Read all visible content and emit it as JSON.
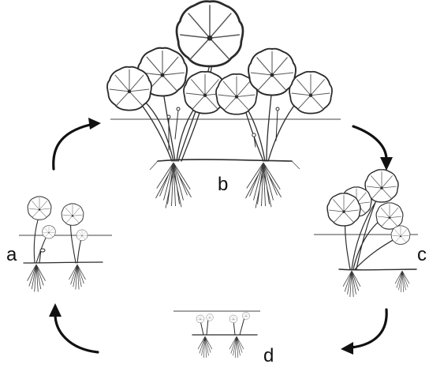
{
  "diagram": {
    "stages": [
      {
        "id": "a",
        "label": "a"
      },
      {
        "id": "b",
        "label": "b"
      },
      {
        "id": "c",
        "label": "c"
      },
      {
        "id": "d",
        "label": "d"
      }
    ],
    "colors": {
      "ink": "#2b2b2b",
      "arrow": "#111111",
      "water": "#6b6b6b",
      "background": "#ffffff"
    }
  }
}
